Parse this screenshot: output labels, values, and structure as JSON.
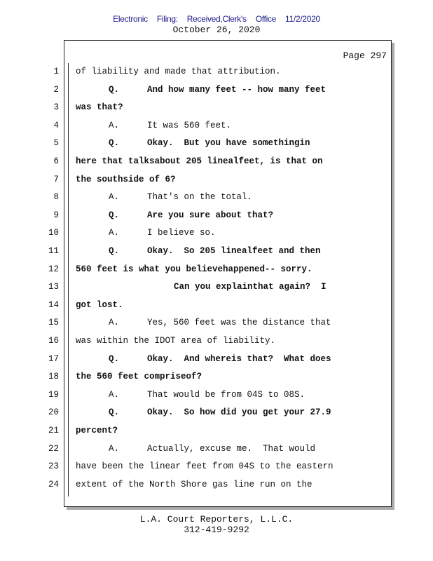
{
  "header": {
    "filing": "Electronic Filing: Received,Clerk's Office 11/2/2020",
    "date": "October 26, 2020"
  },
  "page_label": "Page 297",
  "lines": [
    {
      "n": "1",
      "speaker": "",
      "text": "of liability and made that attribution.",
      "bold": false,
      "indent": 0
    },
    {
      "n": "2",
      "speaker": "Q.",
      "text": "And how many feet -- how many feet",
      "bold": true,
      "indent": 1
    },
    {
      "n": "3",
      "speaker": "",
      "text": "was that?",
      "bold": true,
      "indent": 0
    },
    {
      "n": "4",
      "speaker": "A.",
      "text": "It was 560 feet.",
      "bold": false,
      "indent": 1
    },
    {
      "n": "5",
      "speaker": "Q.",
      "text": "Okay.  But you have somethingin",
      "bold": true,
      "indent": 1
    },
    {
      "n": "6",
      "speaker": "",
      "text": "here that talksabout 205 linealfeet, is that on",
      "bold": true,
      "indent": 0
    },
    {
      "n": "7",
      "speaker": "",
      "text": "the southside of 6?",
      "bold": true,
      "indent": 0
    },
    {
      "n": "8",
      "speaker": "A.",
      "text": "That's on the total.",
      "bold": false,
      "indent": 1
    },
    {
      "n": "9",
      "speaker": "Q.",
      "text": "Are you sure about that?",
      "bold": true,
      "indent": 1
    },
    {
      "n": "10",
      "speaker": "A.",
      "text": "I believe so.",
      "bold": false,
      "indent": 1
    },
    {
      "n": "11",
      "speaker": "Q.",
      "text": "Okay.  So 205 linealfeet and then",
      "bold": true,
      "indent": 1
    },
    {
      "n": "12",
      "speaker": "",
      "text": "560 feet is what you believehappened-- sorry.",
      "bold": true,
      "indent": 0
    },
    {
      "n": "13",
      "speaker": "",
      "text": "Can you explainthat again?  I",
      "bold": true,
      "indent": 2
    },
    {
      "n": "14",
      "speaker": "",
      "text": "got lost.",
      "bold": true,
      "indent": 0
    },
    {
      "n": "15",
      "speaker": "A.",
      "text": "Yes, 560 feet was the distance that",
      "bold": false,
      "indent": 1
    },
    {
      "n": "16",
      "speaker": "",
      "text": "was within the IDOT area of liability.",
      "bold": false,
      "indent": 0
    },
    {
      "n": "17",
      "speaker": "Q.",
      "text": "Okay.  And whereis that?  What does",
      "bold": true,
      "indent": 1
    },
    {
      "n": "18",
      "speaker": "",
      "text": "the 560 feet compriseof?",
      "bold": true,
      "indent": 0
    },
    {
      "n": "19",
      "speaker": "A.",
      "text": "That would be from 04S to 08S.",
      "bold": false,
      "indent": 1
    },
    {
      "n": "20",
      "speaker": "Q.",
      "text": "Okay.  So how did you get your 27.9",
      "bold": true,
      "indent": 1
    },
    {
      "n": "21",
      "speaker": "",
      "text": "percent?",
      "bold": true,
      "indent": 0
    },
    {
      "n": "22",
      "speaker": "A.",
      "text": "Actually, excuse me.  That would",
      "bold": false,
      "indent": 1
    },
    {
      "n": "23",
      "speaker": "",
      "text": "have been the linear feet from 04S to the eastern",
      "bold": false,
      "indent": 0
    },
    {
      "n": "24",
      "speaker": "",
      "text": "extent of the North Shore gas line run on the",
      "bold": false,
      "indent": 0
    }
  ],
  "footer": {
    "company": "L.A. Court Reporters, L.L.C.",
    "phone": "312-419-9292"
  }
}
